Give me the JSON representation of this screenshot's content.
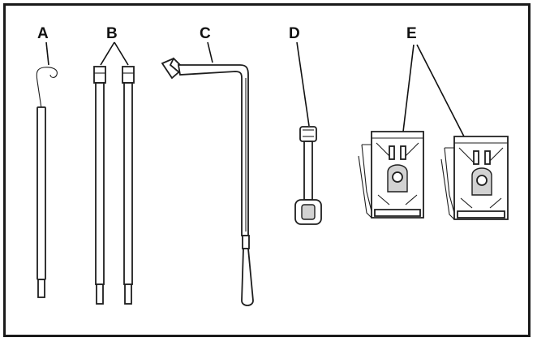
{
  "labels": {
    "a": "A",
    "b": "B",
    "c": "C",
    "d": "D",
    "e": "E"
  },
  "icons": [
    "jack-handle-hook",
    "extension-rods",
    "wheel-wrench",
    "retainer-bolt",
    "jack-brackets"
  ],
  "colors": {
    "line": "#111111",
    "shade": "#d2d2d2",
    "background": "#ffffff"
  }
}
